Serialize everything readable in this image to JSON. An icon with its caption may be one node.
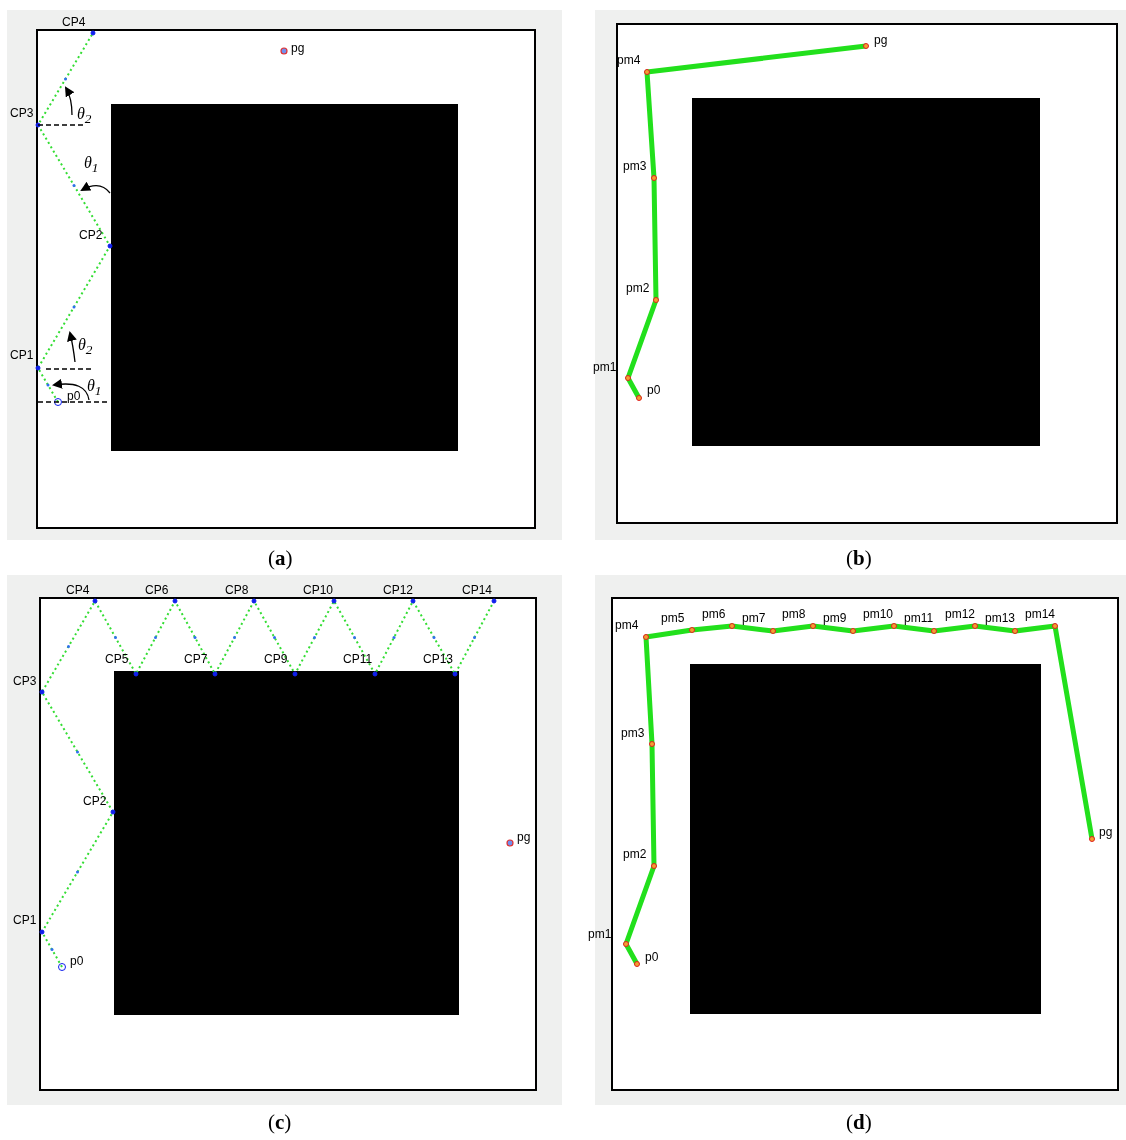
{
  "diagram": {
    "labels": [
      "CP4",
      "pg",
      "CP3",
      "θ$_{2}$",
      "θ$_{1}$",
      "CP2",
      "CP1",
      "θ$_{2}$",
      "θ$_{1}$",
      "p0",
      "pg",
      "pm4",
      "pm3",
      "pm2",
      "pm1",
      "p0",
      "(**a**)",
      "(**b**)",
      "CP4",
      "CP6",
      "CP8",
      "CP10",
      "CP12",
      "CP14",
      "CP5",
      "CP7",
      "CP9",
      "CP11",
      "CP13",
      "CP3",
      "CP2",
      "pg",
      "CP1",
      "p0",
      "pm4",
      "pm5",
      "pm6",
      "pm7",
      "pm8",
      "pm9",
      "pm10",
      "pm11",
      "pm12",
      "pm13",
      "pm14",
      "pm3",
      "pg",
      "pm2",
      "pm1",
      "p0",
      "(**c**)",
      "(**d**)"
    ]
  }
}
